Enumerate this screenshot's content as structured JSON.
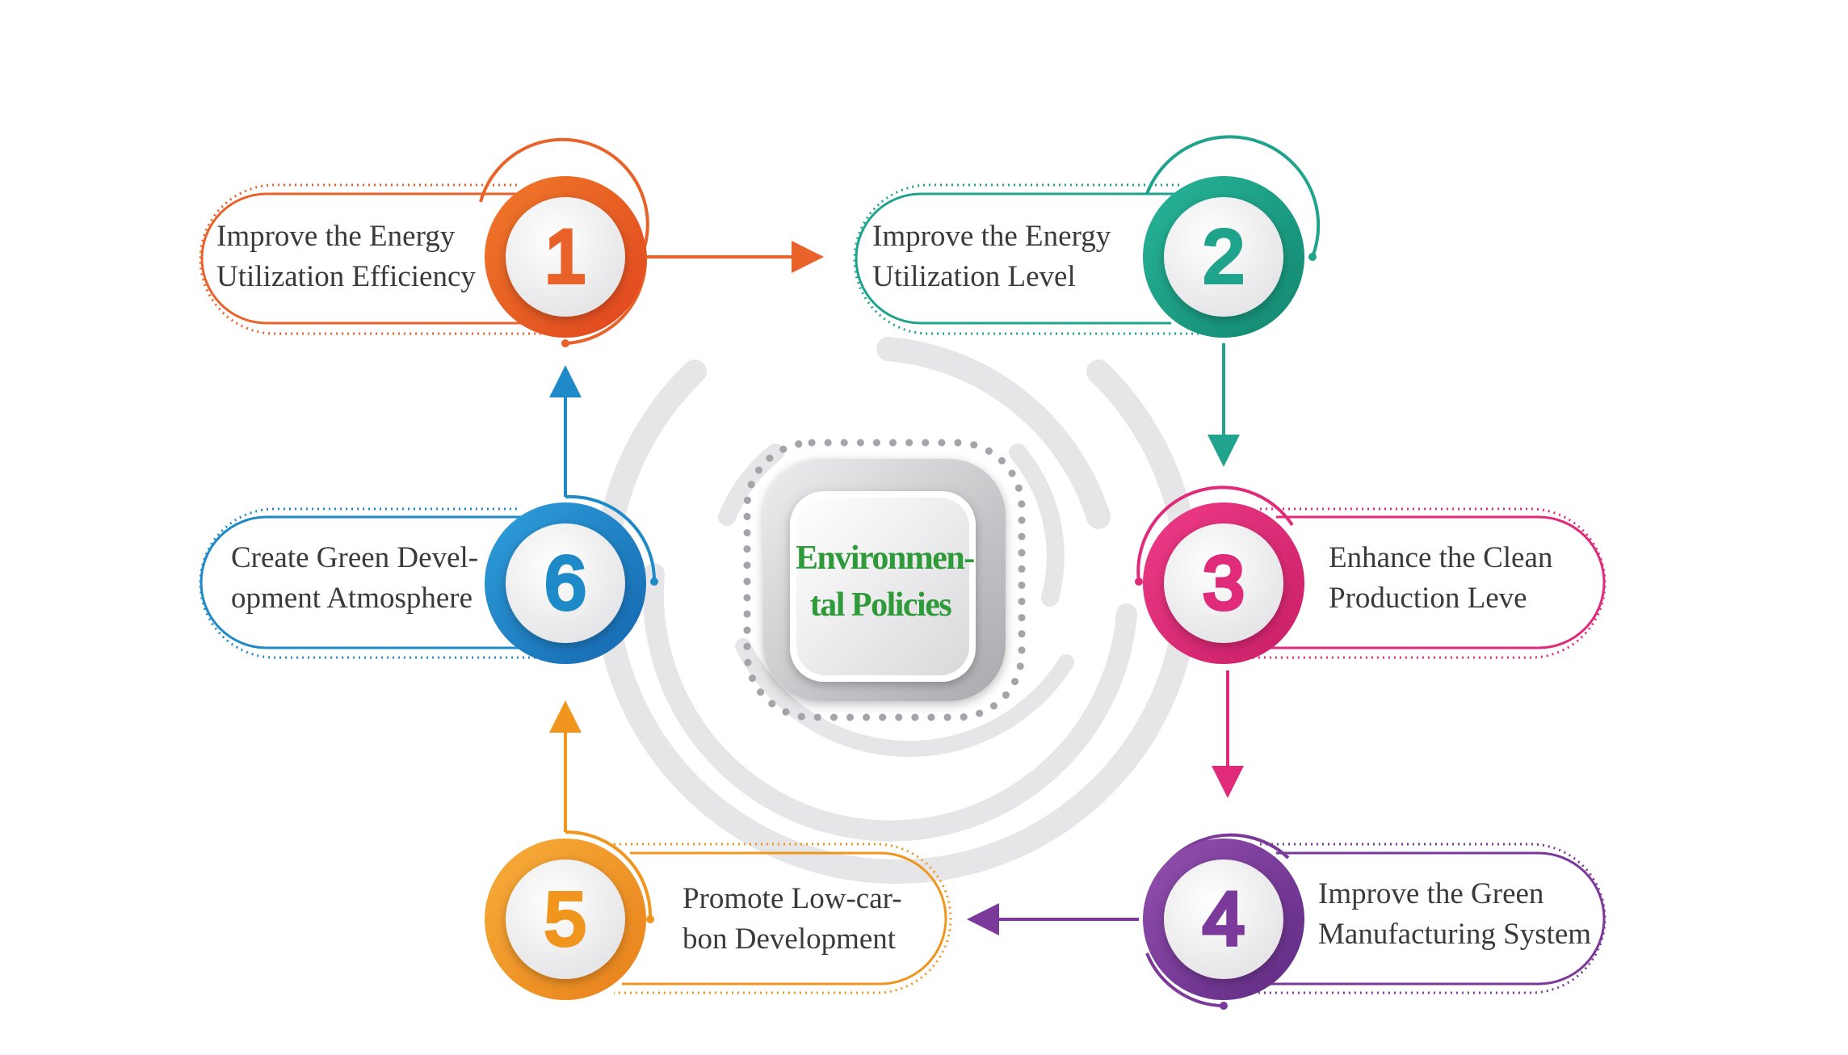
{
  "center": {
    "line1": "Environmen-",
    "line2": "tal Policies"
  },
  "steps": [
    {
      "number": "1",
      "line1": "Improve the Energy",
      "line2": "Utilization Efficiency",
      "color": "#e8622a"
    },
    {
      "number": "2",
      "line1": "Improve the Energy",
      "line2": "Utilization Level",
      "color": "#1fa38c"
    },
    {
      "number": "3",
      "line1": "Enhance the Clean",
      "line2": "Production Leve",
      "color": "#e02a7a"
    },
    {
      "number": "4",
      "line1": "Improve the Green",
      "line2": "Manufacturing System",
      "color": "#7b3a9a"
    },
    {
      "number": "5",
      "line1": "Promote Low-car-",
      "line2": "bon Development",
      "color": "#f0961e"
    },
    {
      "number": "6",
      "line1": "Create Green Devel-",
      "line2": "opment Atmosphere",
      "color": "#1e8ac8"
    }
  ]
}
